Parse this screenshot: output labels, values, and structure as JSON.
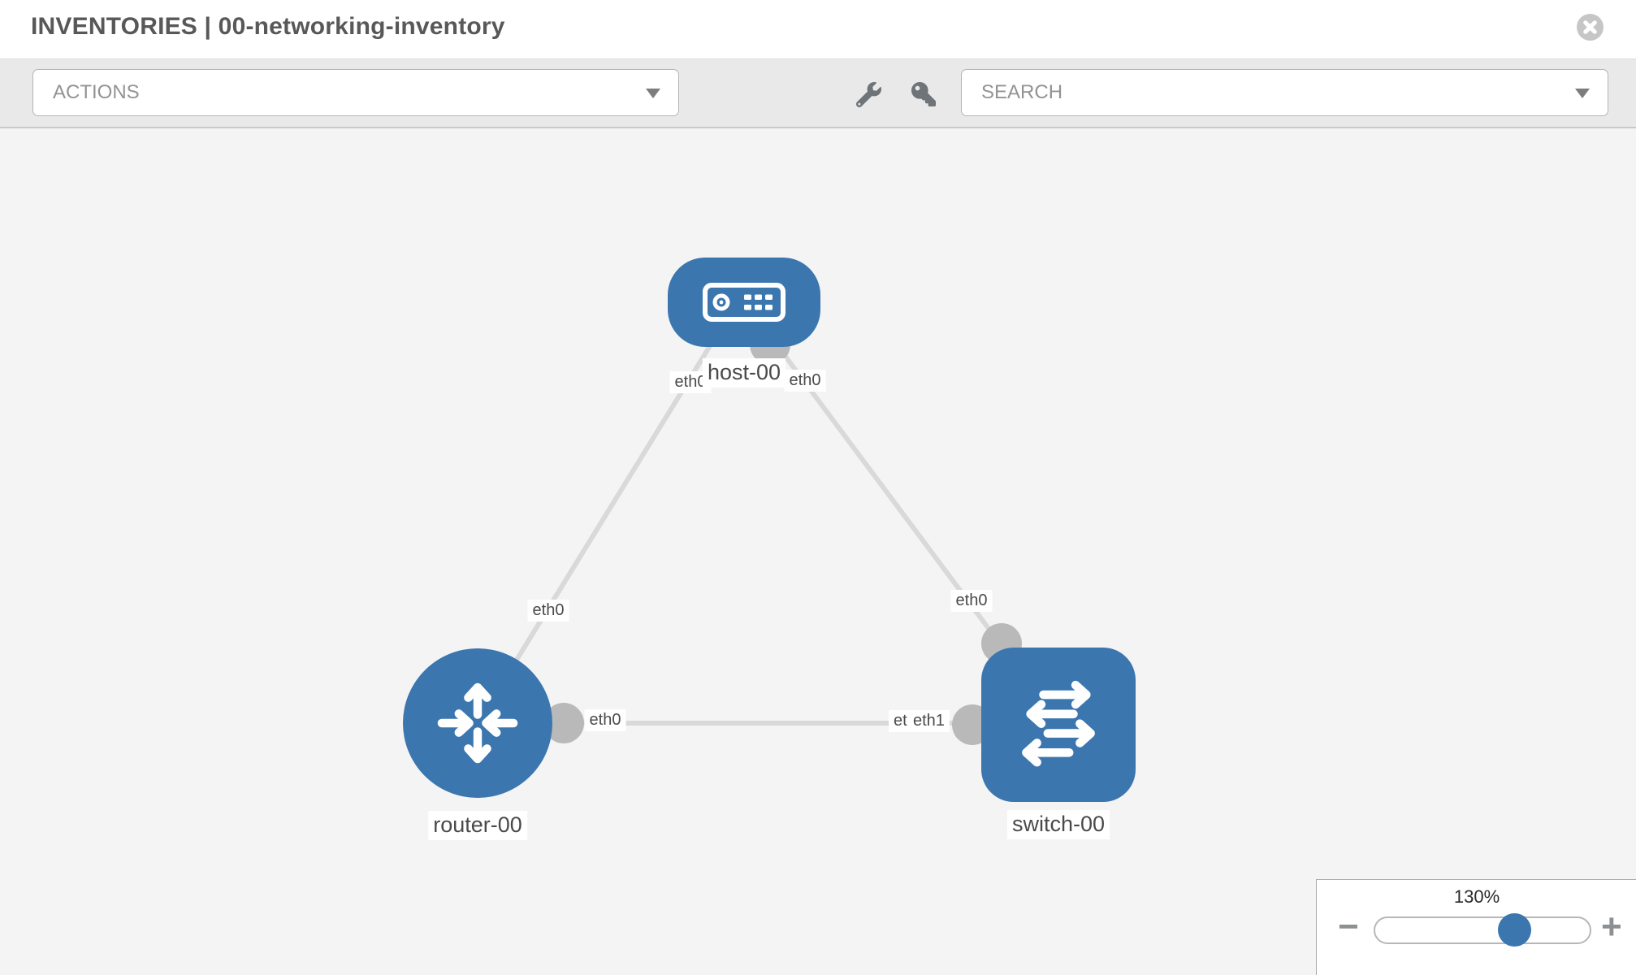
{
  "window": {
    "title": "INVENTORIES | 00-networking-inventory"
  },
  "toolbar": {
    "actions_label": "ACTIONS",
    "search_placeholder": "SEARCH",
    "tools": [
      {
        "icon": "wrench-icon"
      },
      {
        "icon": "key-icon"
      }
    ]
  },
  "topology": {
    "nodes": [
      {
        "id": "host-00",
        "label": "host-00",
        "type": "host",
        "icon": "server-icon",
        "shape": "rounded-rect"
      },
      {
        "id": "router-00",
        "label": "router-00",
        "type": "router",
        "icon": "router-arrows-icon",
        "shape": "circle"
      },
      {
        "id": "switch-00",
        "label": "switch-00",
        "type": "switch",
        "icon": "switch-arrows-icon",
        "shape": "rounded-square"
      }
    ],
    "links": [
      {
        "source": "host-00",
        "target": "router-00",
        "source_interface": "eth0",
        "target_interface": "eth0"
      },
      {
        "source": "host-00",
        "target": "switch-00",
        "source_interface": "eth0",
        "target_interface": "eth0"
      },
      {
        "source": "router-00",
        "target": "switch-00",
        "source_interface": "eth0",
        "target_interface": "eth1",
        "target_occluded_interface": "eth0"
      }
    ]
  },
  "zoom_control": {
    "value": "130%",
    "percent": 130,
    "zoom_out": "−",
    "zoom_in": "+"
  },
  "colors": {
    "node_blue": "#3b76af",
    "link_gray": "#d9d9d9",
    "port_gray": "#b9b9b9",
    "canvas_bg": "#f4f4f4",
    "toolbar_bg": "#e9e9e9",
    "close_gray": "#c6c6c6"
  }
}
